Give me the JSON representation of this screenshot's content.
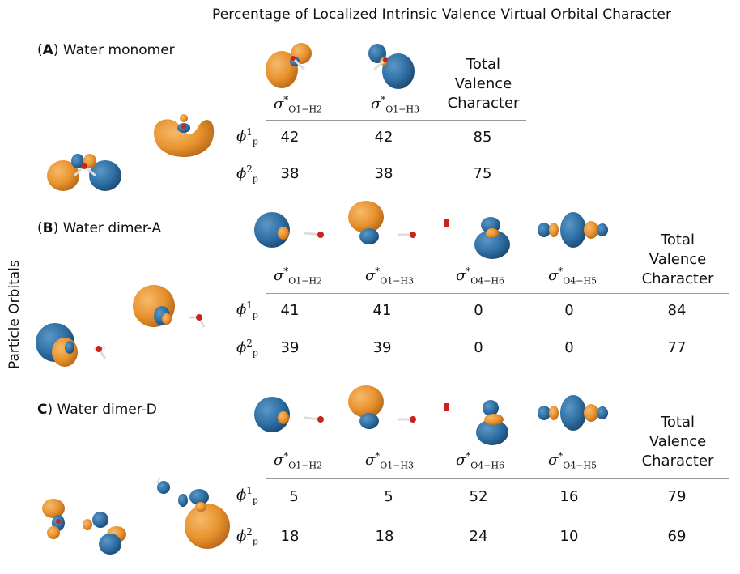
{
  "title": "Percentage of Localized Intrinsic Valence Virtual Orbital Character",
  "side_label": "Particle Orbitals",
  "colors": {
    "orange": "#E8922E",
    "blue": "#2F6FA3",
    "grid": "#999999"
  },
  "panels": [
    {
      "letter": "A",
      "name": "Water monomer",
      "columns": [
        {
          "sym": "σ",
          "sup": "*",
          "sub": "O1−H2"
        },
        {
          "sym": "σ",
          "sup": "*",
          "sub": "O1−H3"
        }
      ],
      "total_lines": [
        "Total",
        "Valence",
        "Character"
      ],
      "rows": [
        {
          "sym": "ϕ",
          "sup": "1",
          "sub": "p",
          "values": [
            "42",
            "42"
          ],
          "total": "85"
        },
        {
          "sym": "ϕ",
          "sup": "2",
          "sub": "p",
          "values": [
            "38",
            "38"
          ],
          "total": "75"
        }
      ]
    },
    {
      "letter": "B",
      "name": "Water dimer-A",
      "columns": [
        {
          "sym": "σ",
          "sup": "*",
          "sub": "O1−H2"
        },
        {
          "sym": "σ",
          "sup": "*",
          "sub": "O1−H3"
        },
        {
          "sym": "σ",
          "sup": "*",
          "sub": "O4−H6"
        },
        {
          "sym": "σ",
          "sup": "*",
          "sub": "O4−H5"
        }
      ],
      "total_lines": [
        "Total",
        "Valence",
        "Character"
      ],
      "rows": [
        {
          "sym": "ϕ",
          "sup": "1",
          "sub": "p",
          "values": [
            "41",
            "41",
            "0",
            "0"
          ],
          "total": "84"
        },
        {
          "sym": "ϕ",
          "sup": "2",
          "sub": "p",
          "values": [
            "39",
            "39",
            "0",
            "0"
          ],
          "total": "77"
        }
      ]
    },
    {
      "letter": "C",
      "name": "Water dimer-D",
      "columns": [
        {
          "sym": "σ",
          "sup": "*",
          "sub": "O1−H2"
        },
        {
          "sym": "σ",
          "sup": "*",
          "sub": "O1−H3"
        },
        {
          "sym": "σ",
          "sup": "*",
          "sub": "O4−H6"
        },
        {
          "sym": "σ",
          "sup": "*",
          "sub": "O4−H5"
        }
      ],
      "total_lines": [
        "Total",
        "Valence",
        "Character"
      ],
      "rows": [
        {
          "sym": "ϕ",
          "sup": "1",
          "sub": "p",
          "values": [
            "5",
            "5",
            "52",
            "16"
          ],
          "total": "79"
        },
        {
          "sym": "ϕ",
          "sup": "2",
          "sub": "p",
          "values": [
            "18",
            "18",
            "24",
            "10"
          ],
          "total": "69"
        }
      ]
    }
  ]
}
